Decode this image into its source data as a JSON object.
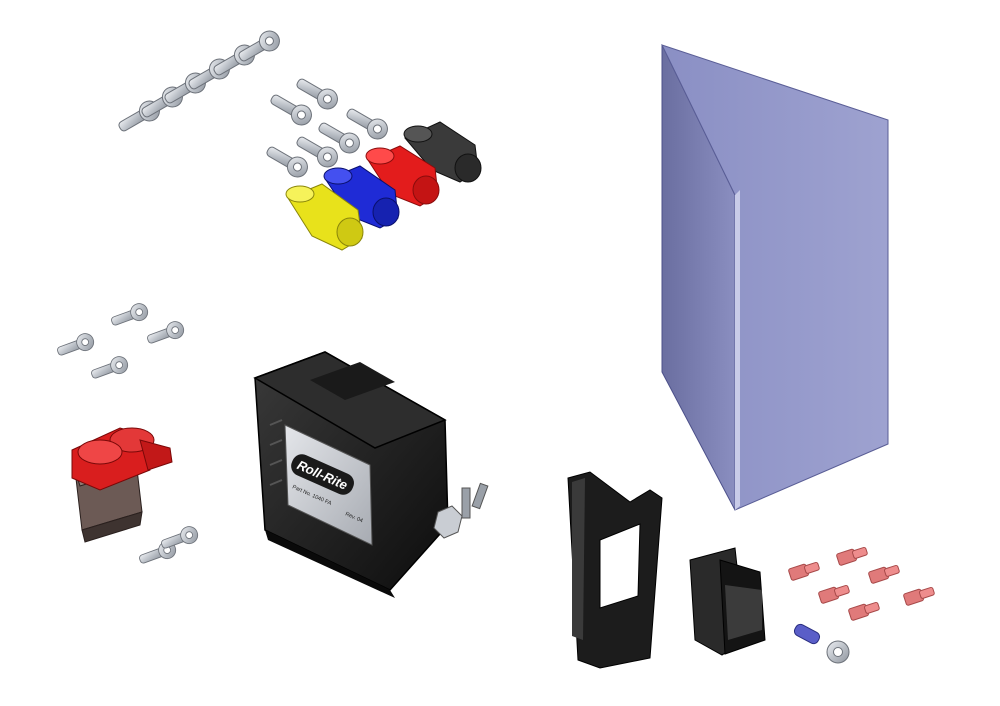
{
  "scene": {
    "background": "#ffffff",
    "parts": [
      {
        "name": "ring-terminal-set-large",
        "color": "#c9cdd3"
      },
      {
        "name": "terminal-boot-black",
        "color": "#3a3a3a"
      },
      {
        "name": "terminal-boot-red",
        "color": "#e31c1c"
      },
      {
        "name": "terminal-boot-blue",
        "color": "#1f2bd6"
      },
      {
        "name": "terminal-boot-yellow",
        "color": "#e8e21b"
      },
      {
        "name": "ring-terminal-set-small",
        "color": "#b9bec6"
      },
      {
        "name": "circuit-breaker-red-caps",
        "color": "#d91e1e"
      },
      {
        "name": "relay-solenoid-housing",
        "color": "#1a1a1a"
      },
      {
        "name": "instruction-folder",
        "color": "#8a8fc0"
      },
      {
        "name": "switch-mounting-bracket",
        "color": "#1c1c1c"
      },
      {
        "name": "rocker-switch",
        "color": "#202020"
      },
      {
        "name": "female-spade-connectors",
        "color": "#e07878"
      },
      {
        "name": "insulated-ring-terminal-blue",
        "color": "#5a5ec8"
      }
    ]
  },
  "relay": {
    "brand_label": "Roll-Rite",
    "part_label": "Part No. 1040 FA",
    "rev_label": "Rev. 04"
  }
}
